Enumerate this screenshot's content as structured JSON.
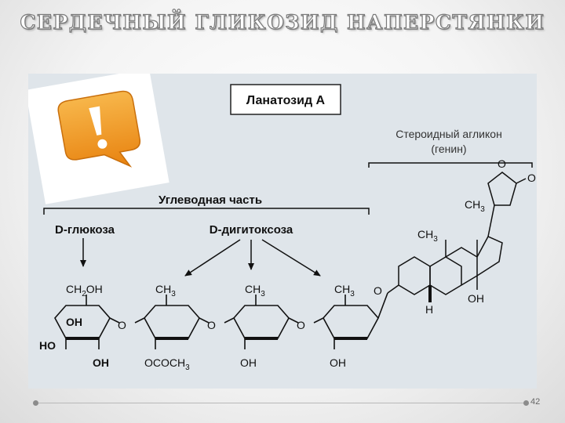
{
  "slide": {
    "title": "СЕРДЕЧНЫЙ ГЛИКОЗИД   НАПЕРСТЯНКИ",
    "page_number": "42"
  },
  "diagram": {
    "compound_name": "Ланатозид А",
    "aglycone_label_line1": "Стероидный агликон",
    "aglycone_label_line2": "(генин)",
    "sugar_part_label": "Углеводная часть",
    "glucose_label": "D-глюкоза",
    "digitoxose_label": "D-дигитоксоза",
    "sugars": [
      {
        "top": "CH",
        "top_sub": "2",
        "top_suffix": "OH",
        "bottom": "OH",
        "extra_left": "HO",
        "extra_mid": "OH"
      },
      {
        "top": "CH",
        "top_sub": "3",
        "top_suffix": "",
        "bottom": "OCOCH",
        "bottom_sub": "3"
      },
      {
        "top": "CH",
        "top_sub": "3",
        "top_suffix": "",
        "bottom": "OH"
      },
      {
        "top": "CH",
        "top_sub": "3",
        "top_suffix": "",
        "bottom": "OH"
      }
    ],
    "glycosidic_o": "O",
    "steroid": {
      "ch3_top": "CH",
      "ch3_top_sub": "3",
      "ch3_mid": "CH",
      "ch3_mid_sub": "3",
      "oh": "OH",
      "h": "H",
      "o_link": "O",
      "lactone_o1": "O",
      "lactone_o2": "O"
    }
  },
  "icon": {
    "name": "exclamation-speech-icon",
    "color": "#f39a1e"
  }
}
